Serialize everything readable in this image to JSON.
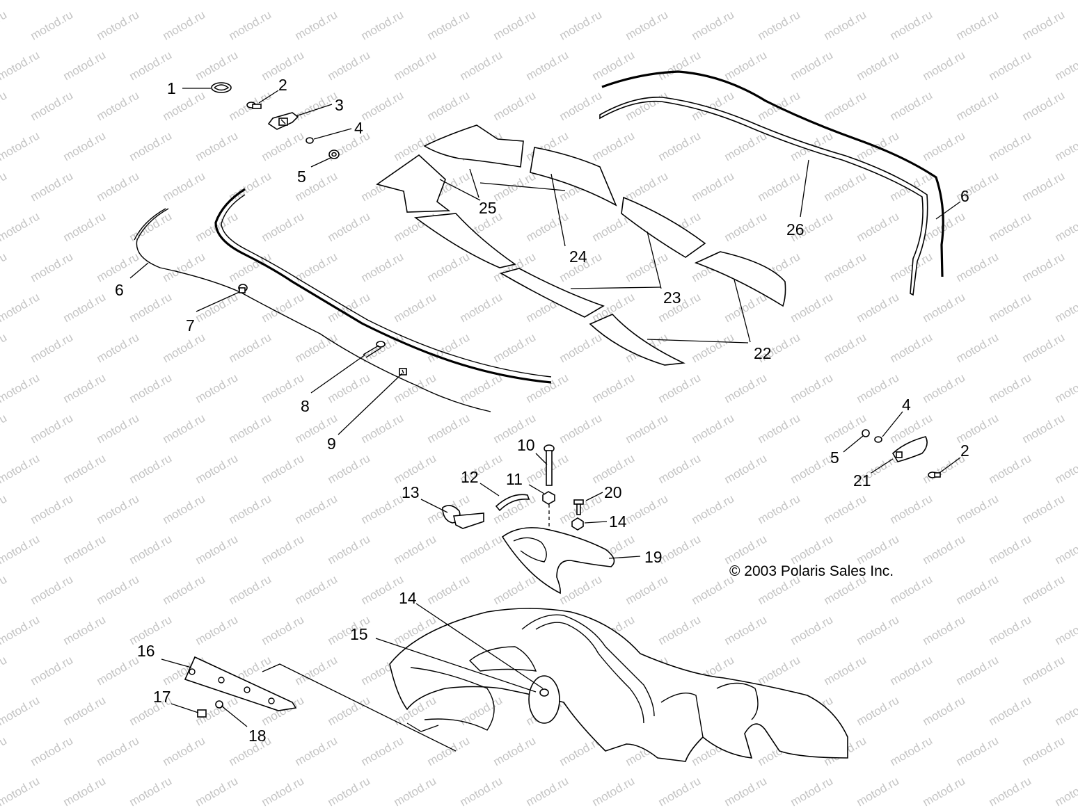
{
  "watermark": "motod.ru",
  "copyright": "© 2003 Polaris Sales Inc.",
  "callouts": [
    {
      "id": "c1",
      "label": "1"
    },
    {
      "id": "c2a",
      "label": "2"
    },
    {
      "id": "c3",
      "label": "3"
    },
    {
      "id": "c4a",
      "label": "4"
    },
    {
      "id": "c5a",
      "label": "5"
    },
    {
      "id": "c6a",
      "label": "6"
    },
    {
      "id": "c6b",
      "label": "6"
    },
    {
      "id": "c7",
      "label": "7"
    },
    {
      "id": "c8",
      "label": "8"
    },
    {
      "id": "c9",
      "label": "9"
    },
    {
      "id": "c10",
      "label": "10"
    },
    {
      "id": "c11",
      "label": "11"
    },
    {
      "id": "c12",
      "label": "12"
    },
    {
      "id": "c13",
      "label": "13"
    },
    {
      "id": "c14a",
      "label": "14"
    },
    {
      "id": "c14b",
      "label": "14"
    },
    {
      "id": "c15",
      "label": "15"
    },
    {
      "id": "c16",
      "label": "16"
    },
    {
      "id": "c17",
      "label": "17"
    },
    {
      "id": "c18",
      "label": "18"
    },
    {
      "id": "c19",
      "label": "19"
    },
    {
      "id": "c20",
      "label": "20"
    },
    {
      "id": "c21",
      "label": "21"
    },
    {
      "id": "c22",
      "label": "22"
    },
    {
      "id": "c23",
      "label": "23"
    },
    {
      "id": "c24",
      "label": "24"
    },
    {
      "id": "c25",
      "label": "25"
    },
    {
      "id": "c26",
      "label": "26"
    },
    {
      "id": "c4b",
      "label": "4"
    },
    {
      "id": "c5b",
      "label": "5"
    },
    {
      "id": "c2b",
      "label": "2"
    }
  ]
}
